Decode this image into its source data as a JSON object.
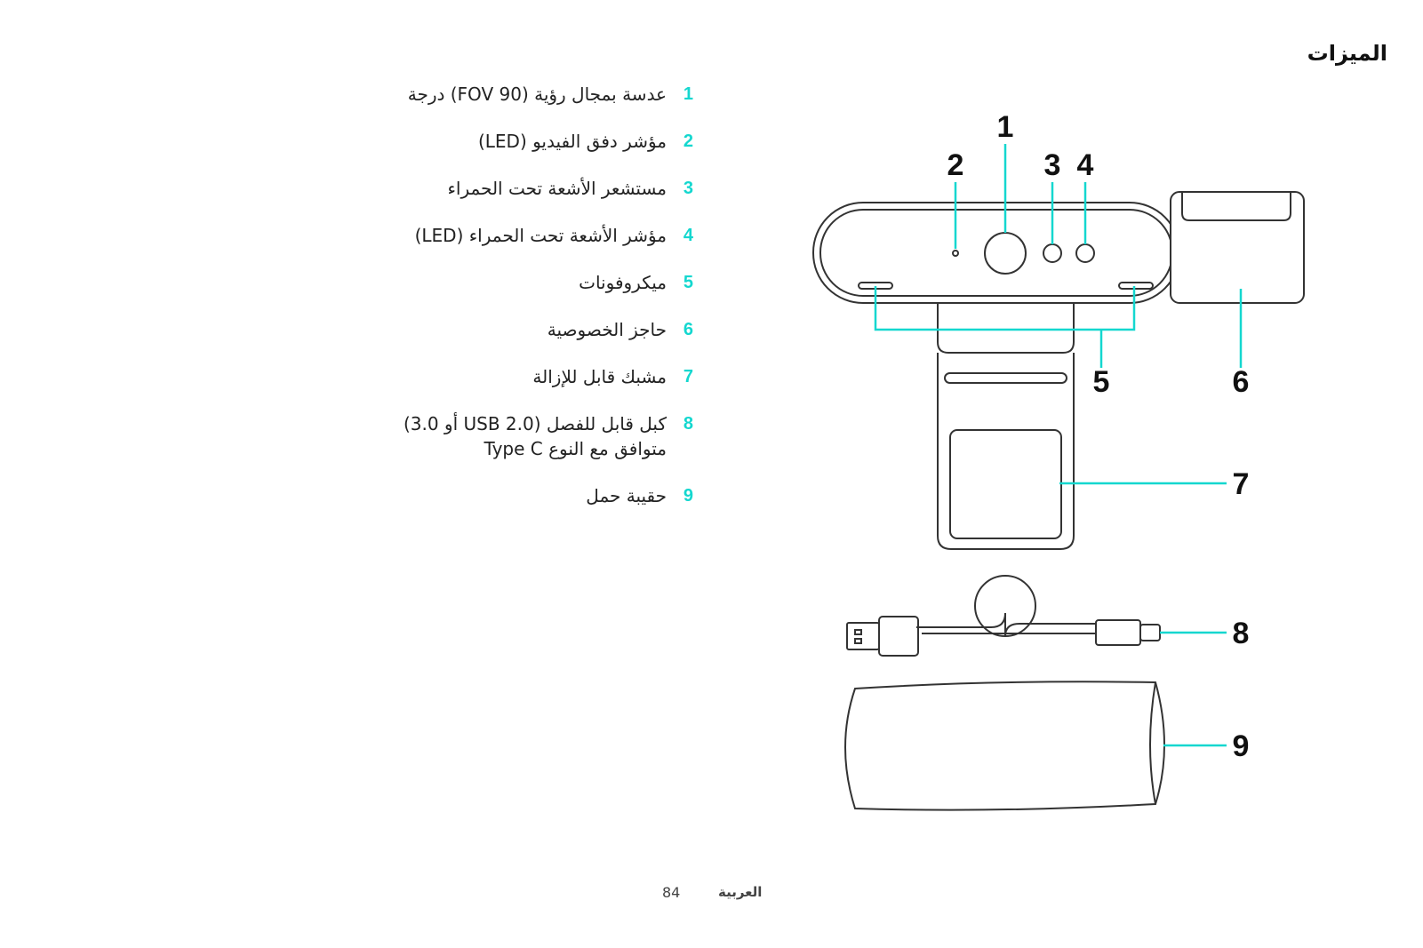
{
  "heading": "الميزات",
  "features": [
    {
      "num": "1",
      "text": "عدسة بمجال رؤية (90 FOV) درجة",
      "sub": ""
    },
    {
      "num": "2",
      "text": "مؤشر دفق الفيديو (LED)",
      "sub": ""
    },
    {
      "num": "3",
      "text": "مستشعر الأشعة تحت الحمراء",
      "sub": ""
    },
    {
      "num": "4",
      "text": "مؤشر الأشعة تحت الحمراء (LED)",
      "sub": ""
    },
    {
      "num": "5",
      "text": "ميكروفونات",
      "sub": ""
    },
    {
      "num": "6",
      "text": "حاجز الخصوصية",
      "sub": ""
    },
    {
      "num": "7",
      "text": "مشبك قابل للإزالة",
      "sub": ""
    },
    {
      "num": "8",
      "text": "كبل قابل للفصل (USB 2.0 أو 3.0)",
      "sub": "متوافق مع النوع Type C"
    },
    {
      "num": "9",
      "text": "حقيبة حمل",
      "sub": ""
    }
  ],
  "callouts": [
    "1",
    "2",
    "3",
    "4",
    "5",
    "6",
    "7",
    "8",
    "9"
  ],
  "footer": {
    "page": "84",
    "language": "العربية"
  },
  "colors": {
    "accent": "#14d7cf",
    "outline": "#333333",
    "text": "#111111"
  }
}
